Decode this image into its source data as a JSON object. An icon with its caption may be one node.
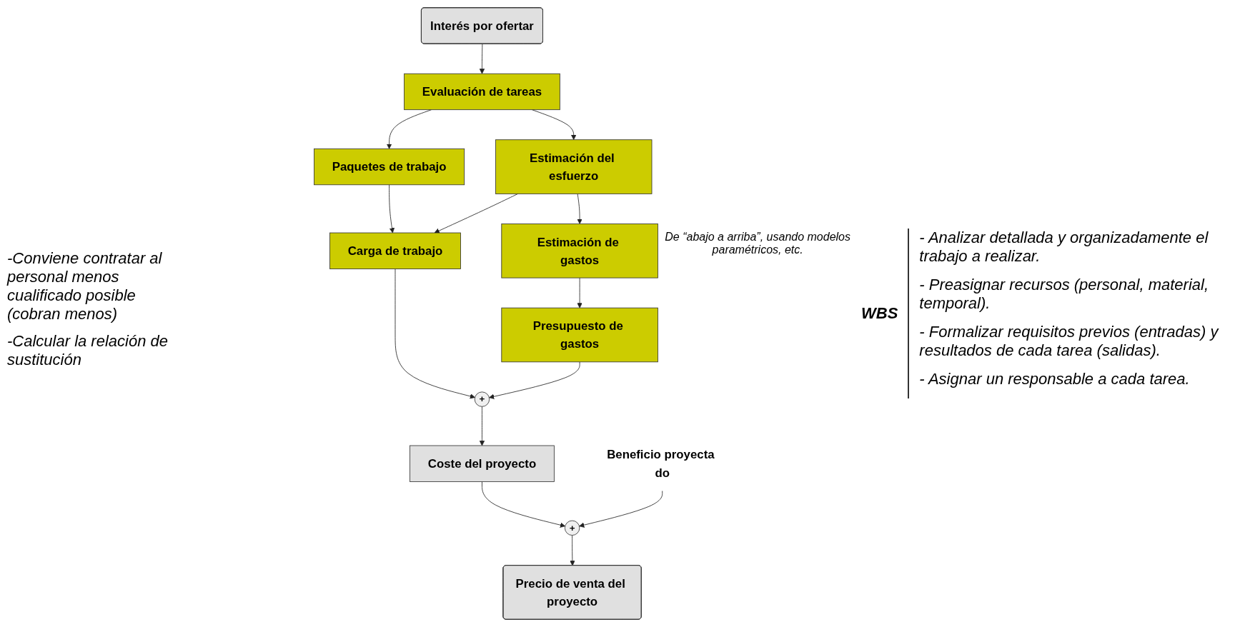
{
  "diagram": {
    "nodes": [
      {
        "text": [
          "Interés por ofertar"
        ]
      },
      {
        "text": [
          "Evaluación de tareas"
        ]
      },
      {
        "text": [
          "Paquetes de trabajo"
        ]
      },
      {
        "text": [
          "Estimación del esfuerzo"
        ]
      },
      {
        "text": [
          "Carga de trabajo"
        ]
      },
      {
        "text": [
          "Estimación de gastos"
        ],
        "beside": [
          "De “abajo a arriba”, usando modelos paramétricos, etc."
        ]
      },
      {
        "text": [
          "Presupuesto de gastos"
        ]
      },
      {
        "text": [
          "+"
        ]
      },
      {
        "text": [
          "Coste del proyecto"
        ]
      },
      {
        "text": [
          "Beneficio proyecta do"
        ]
      },
      {
        "text": [
          "+"
        ]
      },
      {
        "text": [
          "Precio de venta del proyecto"
        ]
      }
    ],
    "edges": [
      {
        "from": 0,
        "to": 1,
        "arrow": "to"
      },
      {
        "from": 1,
        "to": 2,
        "arrow": "to"
      },
      {
        "from": 1,
        "to": 3,
        "arrow": "to"
      },
      {
        "from": 2,
        "to": 4,
        "arrow": "to"
      },
      {
        "from": 3,
        "to": 4,
        "arrow": "to"
      },
      {
        "from": 3,
        "to": 5,
        "arrow": "to"
      },
      {
        "from": 5,
        "to": 6,
        "arrow": "to"
      },
      {
        "from": 4,
        "to": 7,
        "arrow": "to"
      },
      {
        "from": 6,
        "to": 7,
        "arrow": "to"
      },
      {
        "from": 7,
        "to": 8,
        "arrow": "to"
      },
      {
        "from": 8,
        "to": 10,
        "arrow": "to"
      },
      {
        "from": 9,
        "to": 10,
        "arrow": "to"
      },
      {
        "from": 10,
        "to": 11,
        "arrow": "to"
      }
    ],
    "labels": [
      "-Conviene contratar al personal menos cualificado posible (cobran menos)",
      "-Calcular la relación de sustitución",
      "WBS",
      "- Analizar detallada y organizadamente el trabajo a realizar.",
      "- Preasignar recursos (personal, material, temporal).",
      "- Formalizar requisitos previos (entradas) y resultados de cada tarea (salidas).",
      "- Asignar un responsable a cada tarea."
    ]
  }
}
